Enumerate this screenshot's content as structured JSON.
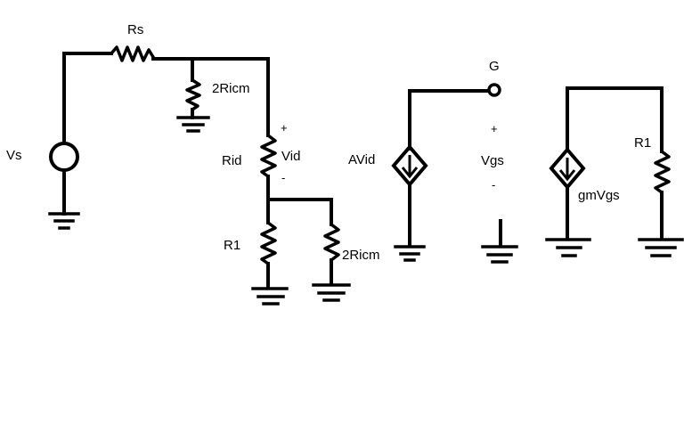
{
  "labels": {
    "vs": "Vs",
    "rs": "Rs",
    "two_ricm_top": "2Ricm",
    "rid": "Rid",
    "vid": "Vid",
    "plus_vid": "+",
    "minus_vid": "-",
    "r1_left": "R1",
    "two_ricm_bottom": "2Ricm",
    "avid": "AVid",
    "g": "G",
    "plus_vgs": "+",
    "vgs": "Vgs",
    "minus_vgs": "-",
    "r1_right": "R1",
    "gmvgs": "gmVgs"
  },
  "colors": {
    "ink": "#000000",
    "background": "#ffffff"
  }
}
